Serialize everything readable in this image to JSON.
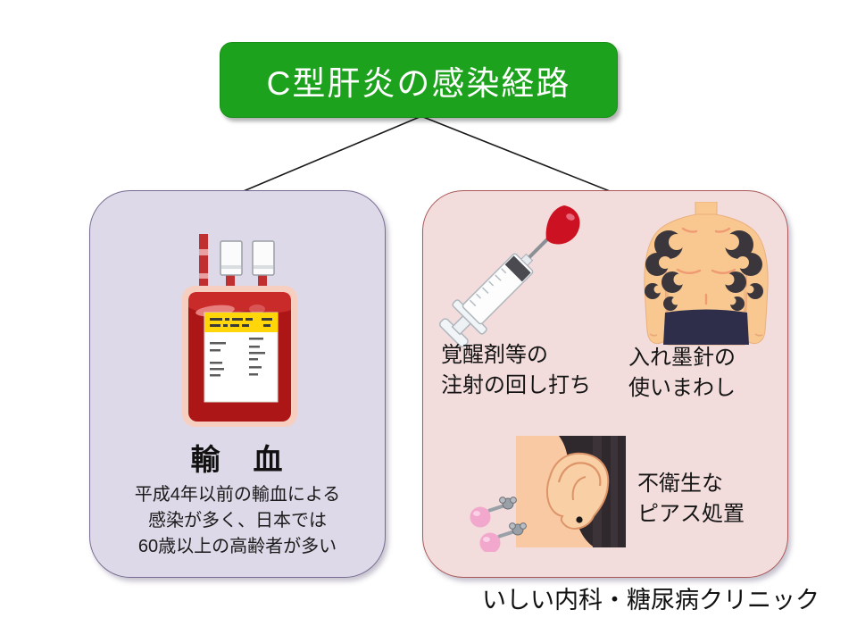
{
  "slide": {
    "title": "C型肝炎の感染経路",
    "footer": "いしい内科・糖尿病クリニック"
  },
  "left_box": {
    "heading": "輸　血",
    "desc_line1": "平成4年以前の輸血による",
    "desc_line2": "感染が多く、日本では",
    "desc_line3": "60歳以上の高齢者が多い"
  },
  "right_box": {
    "needle_line1": "覚醒剤等の",
    "needle_line2": "注射の回し打ち",
    "tattoo_line1": "入れ墨針の",
    "tattoo_line2": "使いまわし",
    "piercing_line1": "不衛生な",
    "piercing_line2": "ピアス処置"
  },
  "icons": {
    "blood_bag": "blood-transfusion-bag-icon",
    "syringe": "syringe-blood-drop-icon",
    "tattoo": "tattooed-torso-icon",
    "ear": "pierced-ear-earrings-icon"
  },
  "colors": {
    "title_bg": "#1CA21C",
    "title_text": "#FFFFFF",
    "left_box_bg": "#DED9E8",
    "left_box_border": "#776B92",
    "right_box_bg": "#F3DCDC",
    "right_box_border": "#A85858",
    "blood_red": "#AD1616",
    "label_yellow": "#FFD60A",
    "connector_line": "#1A1A1A"
  }
}
